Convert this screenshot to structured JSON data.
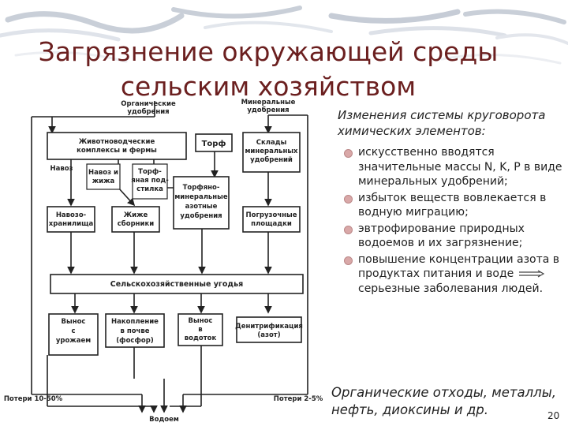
{
  "title": {
    "line1": "Загрязнение окружающей среды",
    "line2": "сельским хозяйством"
  },
  "diagram": {
    "inputs": {
      "organic": [
        "Органические",
        "удобрения"
      ],
      "mineral": [
        "Минеральные",
        "удобрения"
      ]
    },
    "livestock": [
      "Животноводческие",
      "комплексы и фермы"
    ],
    "peat": "Торф",
    "warehouses": [
      "Склады",
      "минеральных",
      "удобрений"
    ],
    "manure": "Навоз",
    "manure_liquid": [
      "Навоз и",
      "жижа"
    ],
    "peat_bedding": [
      "Торф-",
      "яная под-",
      "стилка"
    ],
    "manure_storage": [
      "Навозо-",
      "хранилища"
    ],
    "slurry_tanks": [
      "Жиже",
      "сборники"
    ],
    "peat_mineral": [
      "Торфяно-",
      "минеральные",
      "азотные",
      "удобрения"
    ],
    "loading_sites": [
      "Погрузочные",
      "площадки"
    ],
    "farmland": "Сельскохозяйственные угодья",
    "harvest_removal": [
      "Вынос",
      "с",
      "урожаем"
    ],
    "soil_accumulation": [
      "Накопление",
      "в почве",
      "(фосфор)"
    ],
    "water_removal": [
      "Вынос",
      "в",
      "водоток"
    ],
    "denitrification": [
      "Денитрификация",
      "(азот)"
    ],
    "losses_left": "Потери 10-50%",
    "losses_right": "Потери 2-5%",
    "water_body": "Водоем"
  },
  "side": {
    "heading": "Изменения системы круговорота химических элементов:",
    "bullets": [
      "искусственно вводятся значительные массы N, K, P в виде минеральных удобрений;",
      "избыток веществ вовлекается в водную миграцию;",
      "эвтрофирование природных водоемов и их загрязнение;"
    ],
    "last_bullet_part1": "повышение концентрации азота в продуктах питания и воде",
    "last_bullet_part2": "серьезные заболевания людей."
  },
  "footer": "Органические отходы, металлы, нефть, диоксины и др.",
  "page_number": "20"
}
